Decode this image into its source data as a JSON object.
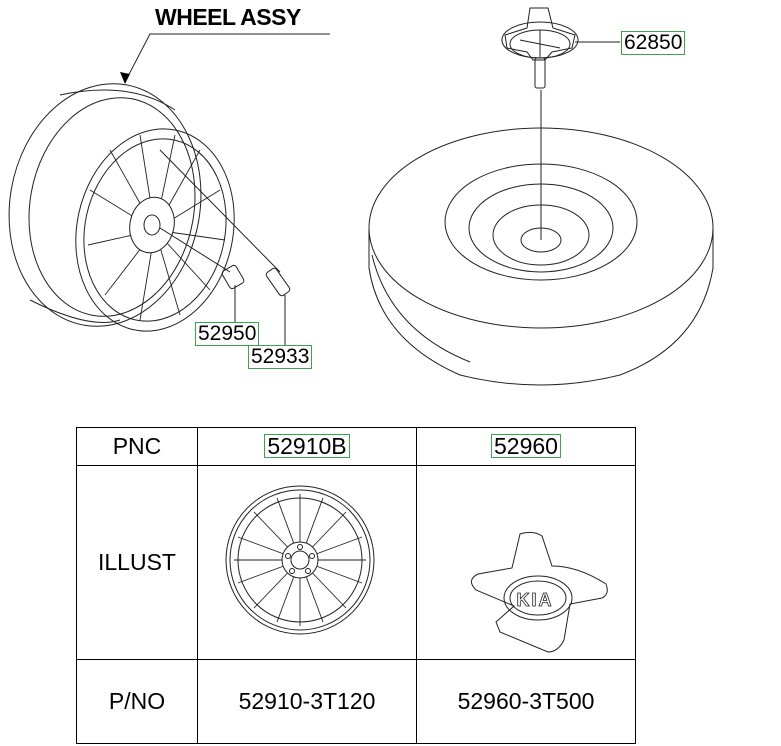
{
  "title": "WHEEL ASSY",
  "callouts": {
    "hub_cap": "62850",
    "lug_nut": "52950",
    "valve": "52933"
  },
  "table": {
    "row_headers": [
      "PNC",
      "ILLUST",
      "P/NO"
    ],
    "columns": [
      {
        "pnc": "52910B",
        "pno": "52910-3T120",
        "illust": "alloy-wheel-icon"
      },
      {
        "pnc": "52960",
        "pno": "52960-3T500",
        "illust": "center-cap-icon",
        "logo_text": "KIA"
      }
    ]
  },
  "colors": {
    "callout_border": "#3aa54a",
    "line": "#000000"
  }
}
